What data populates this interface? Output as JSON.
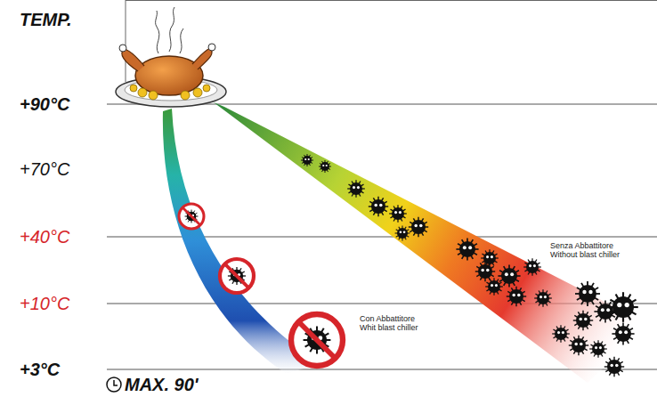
{
  "diagram": {
    "labels": [
      "TEMP.",
      "+90°C",
      "+70°C",
      "+40°C",
      "+10°C",
      "+3°C",
      "MAX. 90'",
      "Senza Abbattitore",
      "Without blast chiller",
      "Con Abbattitore",
      "Whit blast chiller"
    ]
  }
}
